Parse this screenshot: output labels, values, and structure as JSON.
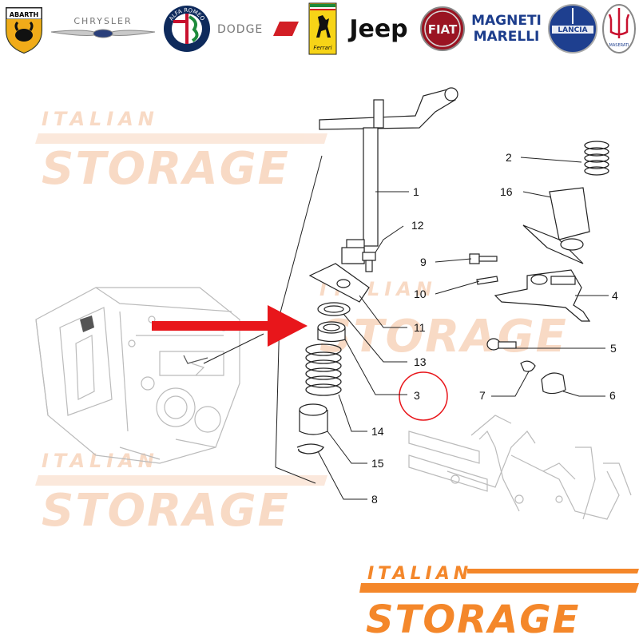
{
  "brands": {
    "abarth": "ABARTH",
    "chrysler": "CHRYSLER",
    "alfa_romeo": "ALFA ROMEO",
    "dodge": "DODGE",
    "ferrari": "Ferrari",
    "jeep": "Jeep",
    "fiat": "FIAT",
    "magneti_marelli_line1": "MAGNETI",
    "magneti_marelli_line2": "MARELLI",
    "lancia": "LANCIA",
    "maserati": "MASERATI"
  },
  "watermark": {
    "line1": "ITALIAN",
    "line2": "STORAGE"
  },
  "logo": {
    "line1": "ITALIAN",
    "line2": "STORAGE"
  },
  "callouts": [
    "1",
    "2",
    "16",
    "12",
    "9",
    "10",
    "4",
    "11",
    "5",
    "13",
    "3",
    "7",
    "6",
    "14",
    "15",
    "8"
  ],
  "colors": {
    "watermark": "#f8d6bf",
    "logo_orange": "#f4872a",
    "arrow_red": "#e8161b",
    "highlight_circle": "#e8161b"
  }
}
